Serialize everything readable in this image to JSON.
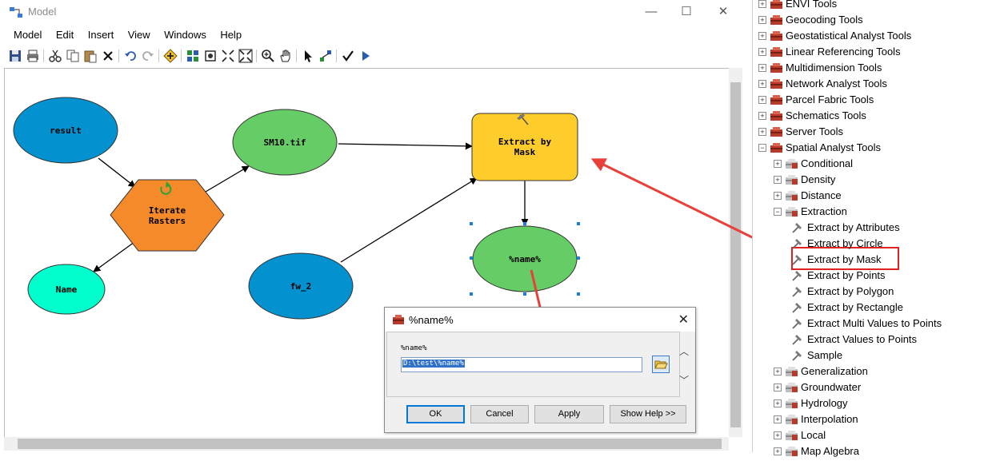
{
  "window": {
    "title": "Model",
    "minimize": "—",
    "maximize": "☐",
    "close": "✕"
  },
  "menu": [
    "Model",
    "Edit",
    "Insert",
    "View",
    "Windows",
    "Help"
  ],
  "toolbar_icons": [
    "save-icon",
    "print-icon",
    "cut-icon",
    "copy-icon",
    "paste-icon",
    "delete-icon",
    "undo-icon",
    "redo-icon",
    "add-data-icon",
    "auto-layout-icon",
    "full-extent-icon",
    "zoom-in-fixed-icon",
    "zoom-out-fixed-icon",
    "zoom-in-icon",
    "pan-icon",
    "select-icon",
    "connect-icon",
    "validate-icon",
    "run-icon"
  ],
  "nodes": {
    "result": "result",
    "iterate": [
      "Iterate",
      "Rasters"
    ],
    "sm10": "SM10.tif",
    "extract": [
      "Extract by",
      "Mask"
    ],
    "name": "Name",
    "fw2": "fw_2",
    "pname": "%name%"
  },
  "dialog": {
    "title": "%name%",
    "param_label": "%name%",
    "param_value": "D:\\test\\%name%",
    "ok": "OK",
    "cancel": "Cancel",
    "apply": "Apply",
    "help": "Show Help >>"
  },
  "tree": {
    "toolboxes": [
      "ENVI Tools",
      "Geocoding Tools",
      "Geostatistical Analyst Tools",
      "Linear Referencing Tools",
      "Multidimension Tools",
      "Network Analyst Tools",
      "Parcel Fabric Tools",
      "Schematics Tools",
      "Server Tools",
      "Spatial Analyst Tools"
    ],
    "spatial_sub_before": [
      "Conditional",
      "Density",
      "Distance",
      "Extraction"
    ],
    "extraction_tools": [
      "Extract by Attributes",
      "Extract by Circle",
      "Extract by Mask",
      "Extract by Points",
      "Extract by Polygon",
      "Extract by Rectangle",
      "Extract Multi Values to Points",
      "Extract Values to Points",
      "Sample"
    ],
    "spatial_sub_after": [
      "Generalization",
      "Groundwater",
      "Hydrology",
      "Interpolation",
      "Local",
      "Map Algebra"
    ]
  },
  "colors": {
    "data_node": "#0392cf",
    "tool_node": "#fecc2b",
    "derived_node": "#66cc66",
    "iterator_node": "#f58a2a",
    "name_node": "#00ffcc",
    "annotation": "#e8403a"
  }
}
